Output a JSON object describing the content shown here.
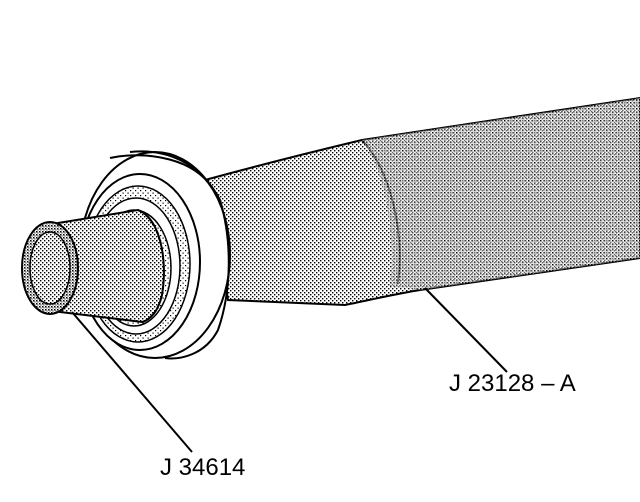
{
  "callouts": [
    {
      "id": "tool-a",
      "label": "J 23128 – A"
    },
    {
      "id": "tool-b",
      "label": "J 34614"
    }
  ],
  "colors": {
    "ink": "#000000",
    "paper": "#ffffff",
    "stipple": "#a6a6a6",
    "stipple_light": "#c9c9c9",
    "stipple_dark": "#8a8a8a"
  }
}
